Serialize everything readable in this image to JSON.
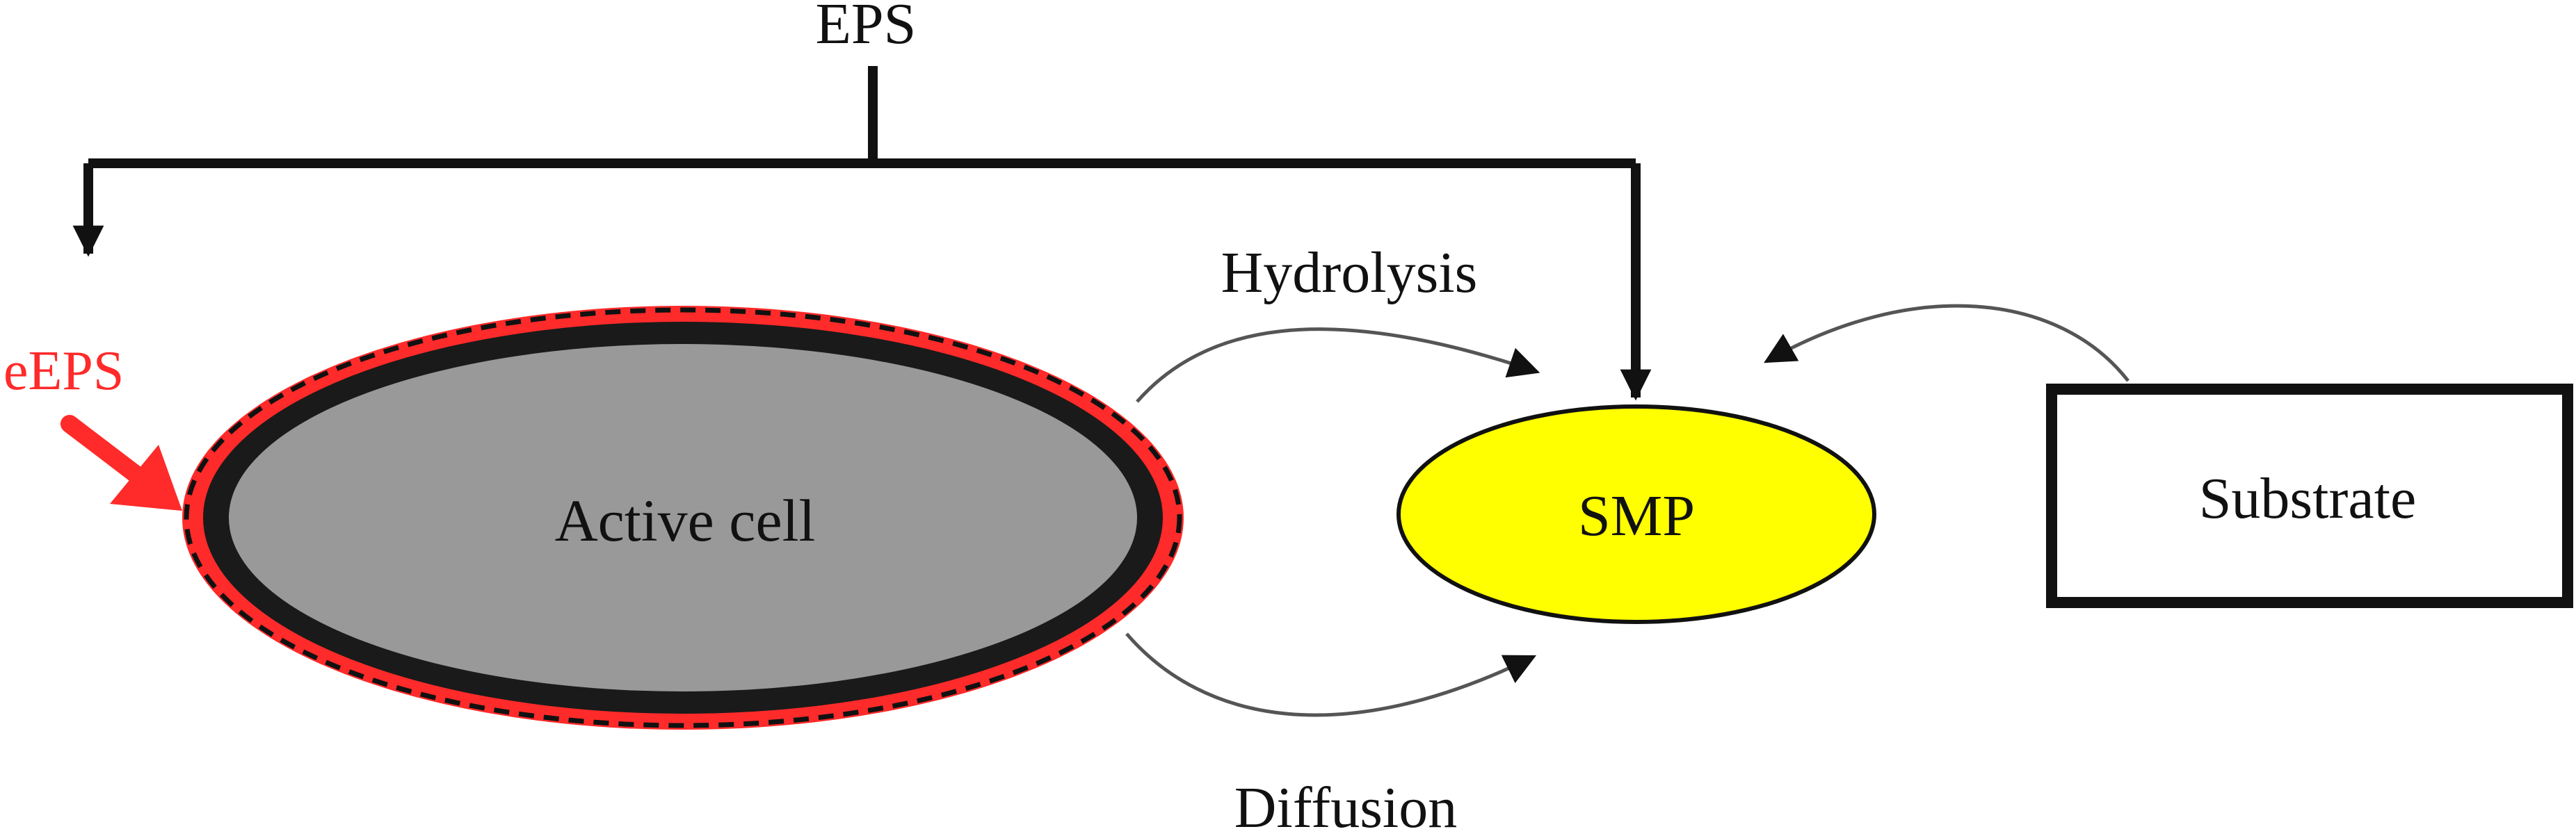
{
  "labels": {
    "eps": "EPS",
    "eeps": "eEPS",
    "active_cell": "Active cell",
    "hydrolysis": "Hydrolysis",
    "diffusion": "Diffusion",
    "smp": "SMP",
    "substrate": "Substrate"
  },
  "colors": {
    "line": "#111111",
    "eeps_red": "#ff2a2a",
    "cell_fill": "#999999",
    "cell_wall": "#1a1a1a",
    "smp_fill": "#ffff00",
    "curve_gray": "#555555"
  }
}
